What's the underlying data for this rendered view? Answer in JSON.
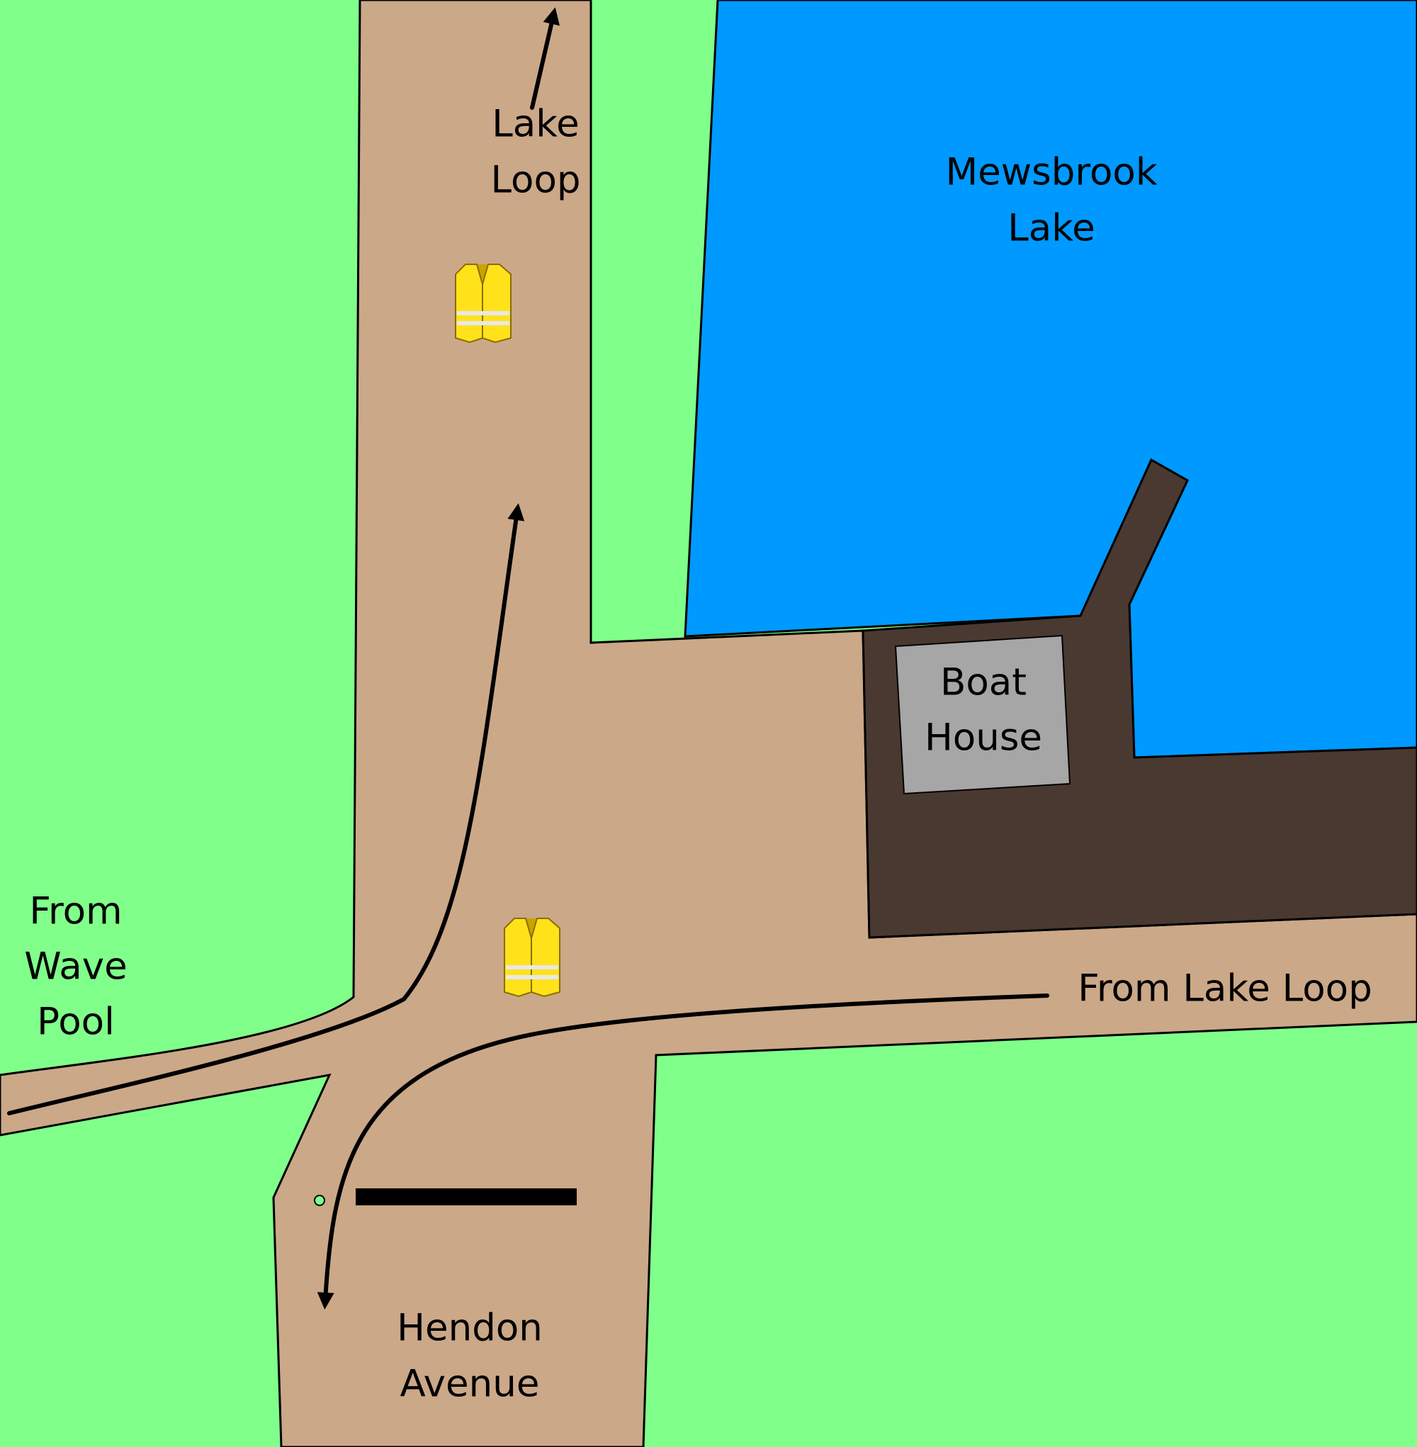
{
  "labels": {
    "lake_loop_line1": "Lake",
    "lake_loop_line2": "Loop",
    "lake_line1": "Mewsbrook",
    "lake_line2": "Lake",
    "boat_house_line1": "Boat",
    "boat_house_line2": "House",
    "wave_pool_line1": "From",
    "wave_pool_line2": "Wave",
    "wave_pool_line3": "Pool",
    "from_lake_loop": "From Lake Loop",
    "hendon_line1": "Hendon",
    "hendon_line2": "Avenue"
  },
  "icons": {
    "marshal_vest_1": "hi-vis-vest-icon",
    "marshal_vest_2": "hi-vis-vest-icon",
    "barrier": "road-barrier",
    "bollard": "bollard-icon"
  },
  "colors": {
    "grass": "#80ff8a",
    "path": "#cba888",
    "water": "#0099ff",
    "dark_ground": "#4a3931",
    "building": "#a6a6a6",
    "vest": "#ffe21a",
    "outline": "#000000"
  }
}
